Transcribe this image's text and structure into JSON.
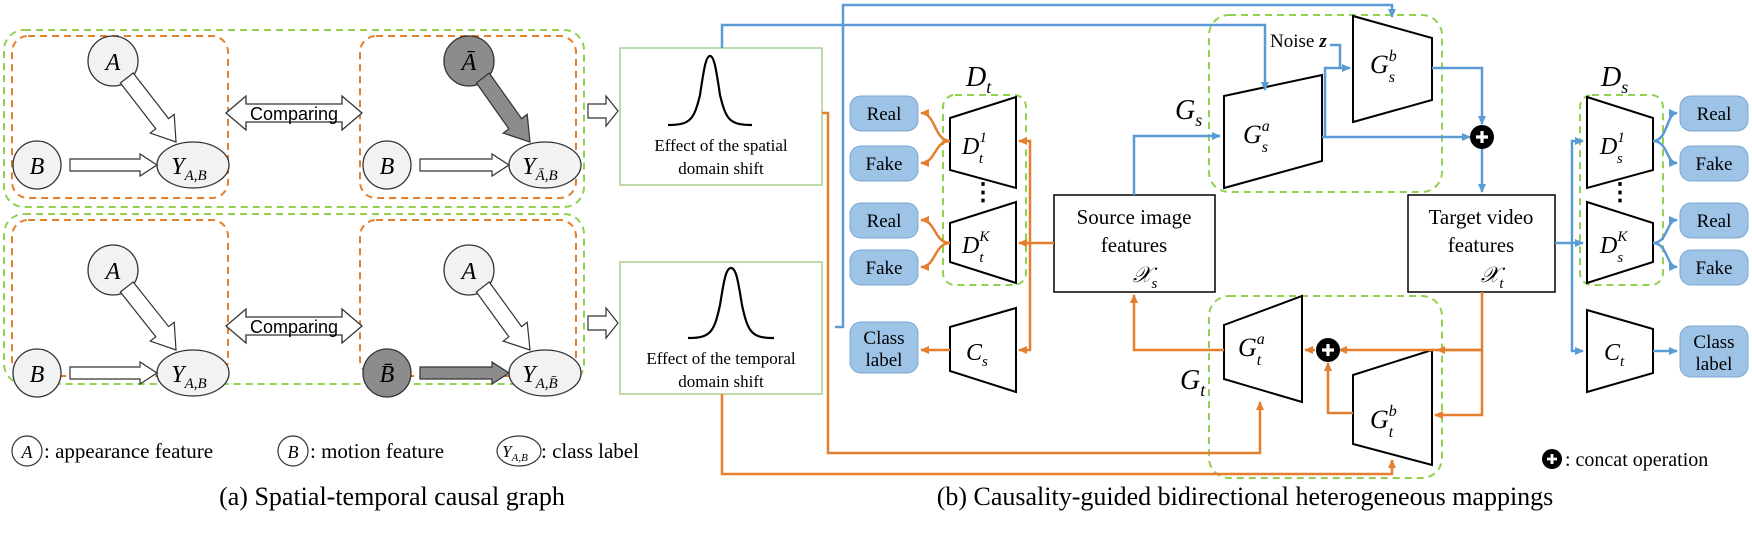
{
  "graph": {
    "comparing_label": "Comparing",
    "node_A": "A",
    "node_A_bar": "Ā",
    "node_B": "B",
    "node_B_bar": "B̄",
    "node_Y": "Y",
    "sub_AB": "A,B",
    "sub_AbarB": "Ā,B",
    "sub_ABbar": "A,B̄",
    "effect_spatial_line1": "Effect of the spatial",
    "effect_spatial_line2": "domain shift",
    "effect_temporal_line1": "Effect of the temporal",
    "effect_temporal_line2": "domain shift"
  },
  "legend": {
    "appearance_text": ": appearance feature",
    "motion_text": ": motion feature",
    "class_text": ": class label",
    "concat_text": ": concat operation"
  },
  "captions": {
    "a": "(a) Spatial-temporal causal graph",
    "b": "(b) Causality-guided bidirectional heterogeneous mappings"
  },
  "mapping": {
    "D_t": "D",
    "D_t_sub": "t",
    "D_s": "D",
    "D_s_sub": "s",
    "G_s": "G",
    "G_s_sub": "s",
    "G_t": "G",
    "G_t_sub": "t",
    "real": "Real",
    "fake": "Fake",
    "class_label_1": "Class",
    "class_label_2": "label",
    "noise_label": "Noise",
    "noise_var": "z",
    "source_line1": "Source image",
    "source_line2": "features",
    "source_var": "𝒳",
    "source_var_sub": "s",
    "target_line1": "Target video",
    "target_line2": "features",
    "target_var": "𝒳",
    "target_var_sub": "t",
    "vdots": "⋮",
    "disc_t1": "D",
    "disc_t1_sub": "t",
    "disc_t1_sup": "1",
    "disc_tK_sup": "K",
    "disc_s1_sub": "s",
    "cls_s": "C",
    "cls_s_sub": "s",
    "cls_t": "C",
    "cls_t_sub": "t",
    "gen_a_sup": "a",
    "gen_b_sup": "b"
  },
  "colors": {
    "blue": "#5b9bd5",
    "orange": "#e37f2d",
    "green_dash": "#92d050",
    "orange_dash": "#e37f2d",
    "box_blue": "#9dc3e6"
  }
}
